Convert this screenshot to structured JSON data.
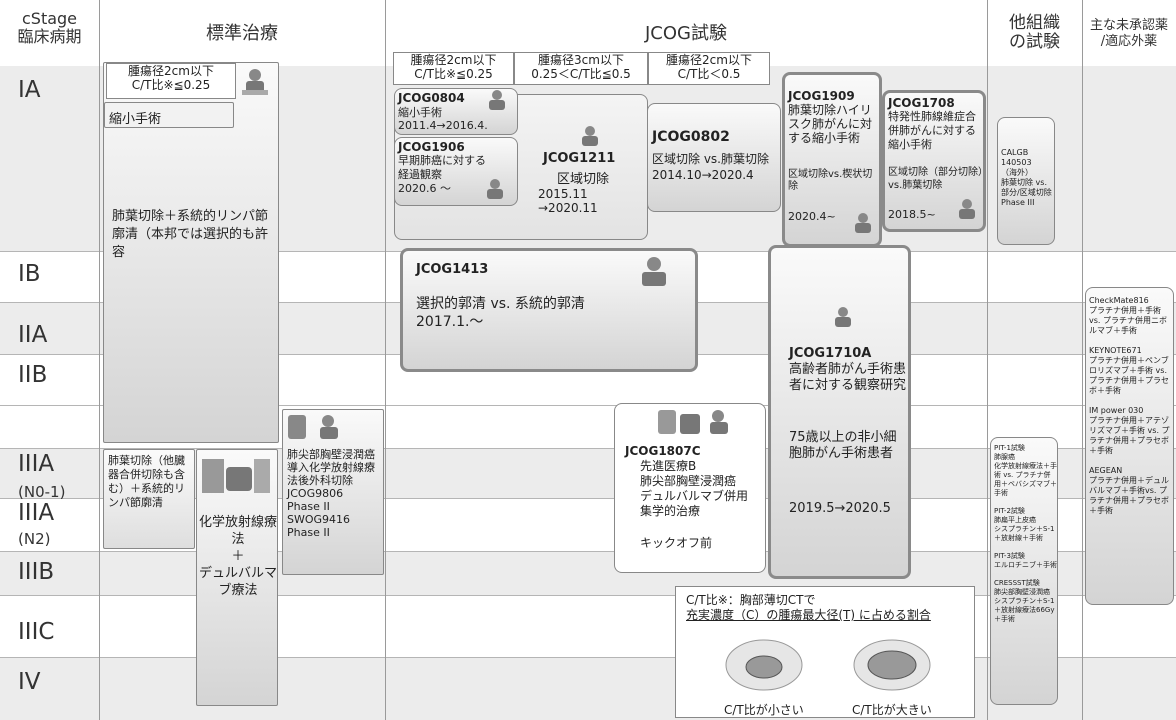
{
  "headers": {
    "stage": "cStage\n臨床病期",
    "standard": "標準治療",
    "jcog": "JCOG試験",
    "other": "他組織\nの試験",
    "unapproved": "主な未承認薬\n/適応外薬"
  },
  "stages": [
    "IA",
    "IB",
    "IIA",
    "IIB",
    "IIIA",
    "(N0-1)",
    "IIIA",
    "(N2)",
    "IIIB",
    "IIIC",
    "IV"
  ],
  "subheaders": {
    "sh1": "腫瘍径2cm以下\nC/T比※≦0.25",
    "sh2": "腫瘍径3cm以下\n0.25＜C/T比≦0.5",
    "sh3": "腫瘍径2cm以下\nC/T比＜0.5"
  },
  "standard": {
    "tumor_note": "腫瘍径2cm以下\nC/T比※≦0.25",
    "minimal": "縮小手術",
    "lobectomy": "肺葉切除＋系統的リンパ節廓清（本邦では選択的も許容",
    "combined": "肺葉切除（他臓器合併切除も含む）＋系統的リンパ節廓清",
    "chemo": "化学放射線療法\n＋\nデュルバルマブ療法",
    "apex": "肺尖部胸壁浸潤癌\n導入化学放射線療法後外科切除\nJCOG9806\nPhase II\nSWOG9416\nPhase II"
  },
  "jcog": {
    "j0804_title": "JCOG0804",
    "j0804_body": "縮小手術\n2011.4→2016.4.",
    "j1906_title": "JCOG1906",
    "j1906_body": "早期肺癌に対する\n経過観察\n2020.6 ～",
    "j1211_title": "JCOG1211",
    "j1211_body": "区域切除",
    "j1211_dates": "2015.11\n→2020.11",
    "j0802_title": "JCOG0802",
    "j0802_body": "区域切除 vs.肺葉切除\n2014.10→2020.4",
    "j1909_title": "JCOG1909",
    "j1909_body": "肺葉切除ハイリスク肺がんに対する縮小手術",
    "j1909_sub": "区域切除vs.楔状切除",
    "j1909_date": "2020.4~",
    "j1708_title": "JCOG1708",
    "j1708_body": "特発性肺線維症合併肺がんに対する縮小手術",
    "j1708_sub": "区域切除（部分切除）vs.肺葉切除",
    "j1708_date": "2018.5~",
    "j1413_title": "JCOG1413",
    "j1413_body": "選択的郭清 vs. 系統的郭清\n2017.1.～",
    "j1710a_title": "JCOG1710A",
    "j1710a_body": "高齢者肺がん手術患者に対する観察研究",
    "j1710a_body2": "75歳以上の非小細胞肺がん手術患者",
    "j1710a_date": "2019.5→2020.5",
    "j1807c_title": "JCOG1807C",
    "j1807c_body": "先進医療B\n肺尖部胸壁浸潤癌\nデュルバルマブ併用\n集学的治療",
    "j1807c_status": "キックオフ前"
  },
  "other": {
    "calgb": "CALGB\n140503\n（海外）\n肺葉切除 vs.部分/区域切除\nPhase III",
    "pit": "PIT-1試験\n肺腺癌\n化学放射線療法＋手術 vs. プラチナ併用＋ベバシズマブ＋手術\n\nPIT-2試験\n肺扁平上皮癌\nシスプラチン＋S-1＋放射線＋手術\n\nPIT-3試験\nエルロチニブ＋手術\n\nCRESSST試験\n肺尖部胸壁浸潤癌\nシスプラチン＋S-1＋放射線療法66Gy＋手術"
  },
  "unapproved": {
    "text": "CheckMate816\nプラチナ併用＋手術 vs. プラチナ併用ニボルマブ＋手術\n\nKEYNOTE671\nプラチナ併用＋ペンブロリズマブ＋手術 vs. プラチナ併用＋プラセボ＋手術\n\nIM power 030\nプラチナ併用＋アテゾリズマブ＋手術 vs. プラチナ併用＋プラセボ＋手術\n\nAEGEAN\nプラチナ併用＋デュルバルマブ＋手術vs. プラチナ併用＋プラセボ＋手術"
  },
  "legend": {
    "line1": "C/T比※：胸部薄切CTで",
    "line2": "充実濃度（C）の腫瘍最大径(T)  に占める割合",
    "small": "C/T比が小さい",
    "large": "C/T比が大きい"
  },
  "colors": {
    "band": "#ececec",
    "box_top": "#fafafa",
    "box_bottom": "#d4d4d4",
    "border": "#888888"
  },
  "icons": [
    "surgeon-icon",
    "chemo-bag-icon",
    "radiation-machine-icon"
  ]
}
